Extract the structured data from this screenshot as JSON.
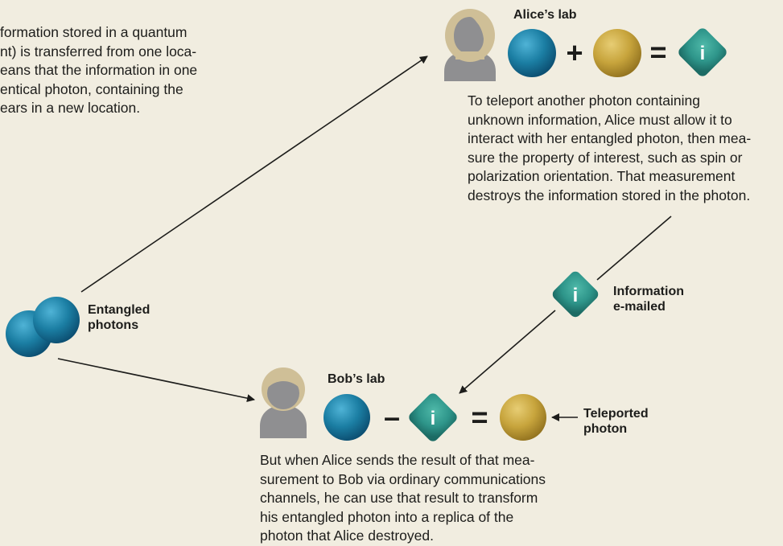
{
  "intro_text": [
    "formation stored in a quantum",
    "nt) is transferred from one loca-",
    "eans that the information in one",
    "entical photon, containing the",
    "ears in a new location."
  ],
  "alice": {
    "lab_label": "Alice’s lab",
    "equation": {
      "plus": "+",
      "equals": "=",
      "info_symbol": "i"
    },
    "description": [
      "To teleport another photon containing",
      "unknown information, Alice must allow it to",
      "interact with her entangled photon, then mea-",
      "sure the property of interest, such as spin or",
      "polarization orientation. That measurement",
      "destroys the information stored in the photon."
    ]
  },
  "info_transfer": {
    "symbol": "i",
    "label_line1": "Information",
    "label_line2": "e-mailed"
  },
  "entangled": {
    "label_line1": "Entangled",
    "label_line2": "photons"
  },
  "bob": {
    "lab_label": "Bob’s lab",
    "equation": {
      "minus": "–",
      "equals": "=",
      "info_symbol": "i"
    },
    "teleported_label_line1": "Teleported",
    "teleported_label_line2": "photon",
    "description": [
      "But when Alice sends the result of that mea-",
      "surement to Bob via ordinary communications",
      "channels, he can use that result to transform",
      "his entangled photon into a replica of the",
      "photon that Alice destroyed."
    ]
  },
  "colors": {
    "background": "#f1ede0",
    "blue_photon": "#1b7ea3",
    "gold_photon": "#c7a43c",
    "info_diamond": "#2e958a",
    "person": "#8f8f91",
    "person_hair": "#cfbf97"
  }
}
